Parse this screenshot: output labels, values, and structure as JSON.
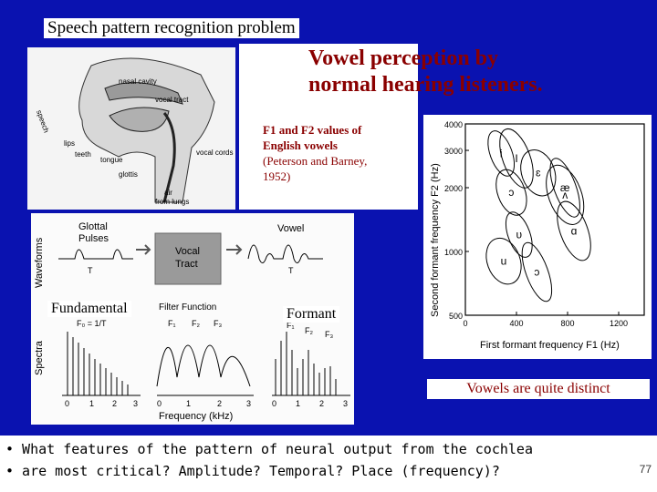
{
  "slide": {
    "title": "Speech pattern recognition problem",
    "subtitle_line1": "Vowel perception by",
    "subtitle_line2": "normal hearing listeners.",
    "caption_lines": [
      "F1 and F2 values of",
      "English vowels",
      "(Peterson and Barney,",
      "1952)"
    ],
    "label_fundamental": "Fundamental",
    "label_formant": "Formant",
    "vowels_distinct": "Vowels are quite distinct",
    "question_line1": "• What features of the pattern of neural output from the cochlea",
    "question_line2": "• are most critical?  Amplitude? Temporal? Place (frequency)?",
    "page_number": "77"
  },
  "anatomy": {
    "labels": [
      "nasal cavity",
      "vocal tract",
      "speech",
      "lips",
      "teeth",
      "tongue",
      "glottis",
      "vocal cords",
      "air",
      "from lungs"
    ]
  },
  "source_filter": {
    "row_waveforms": "Waveforms",
    "row_spectra": "Spectra",
    "glottal": "Glottal",
    "pulses": "Pulses",
    "vocal": "Vocal",
    "tract": "Tract",
    "vowel": "Vowel",
    "period": "T",
    "filter_function": "Filter Function",
    "f0_label": "F₀ = 1/T",
    "formant_labels": [
      "F₁",
      "F₂",
      "F₃"
    ],
    "freq_ticks": [
      "0",
      "1",
      "2",
      "3"
    ],
    "xlabel": "Frequency (kHz)"
  },
  "vowel_chart": {
    "ylabel": "Second formant frequency F2 (Hz)",
    "xlabel": "First formant frequency F1 (Hz)",
    "y_ticks": [
      "4000",
      "3000",
      "2000",
      "1000",
      "500"
    ],
    "x_ticks": [
      "0",
      "400",
      "800",
      "1200"
    ],
    "vowels": [
      {
        "symbol": "i",
        "f1": 280,
        "f2": 2900
      },
      {
        "symbol": "I",
        "f1": 400,
        "f2": 2750
      },
      {
        "symbol": "ɛ",
        "f1": 570,
        "f2": 2350
      },
      {
        "symbol": "æ",
        "f1": 780,
        "f2": 2000
      },
      {
        "symbol": "ɔ",
        "f1": 360,
        "f2": 1900
      },
      {
        "symbol": "ʌ",
        "f1": 780,
        "f2": 1850
      },
      {
        "symbol": "υ",
        "f1": 420,
        "f2": 1200
      },
      {
        "symbol": "ɑ",
        "f1": 850,
        "f2": 1250
      },
      {
        "symbol": "u",
        "f1": 300,
        "f2": 900
      },
      {
        "symbol": "ɔ",
        "f1": 560,
        "f2": 800
      }
    ]
  },
  "colors": {
    "background": "#0a12b0",
    "accent_text": "#8a0000"
  }
}
